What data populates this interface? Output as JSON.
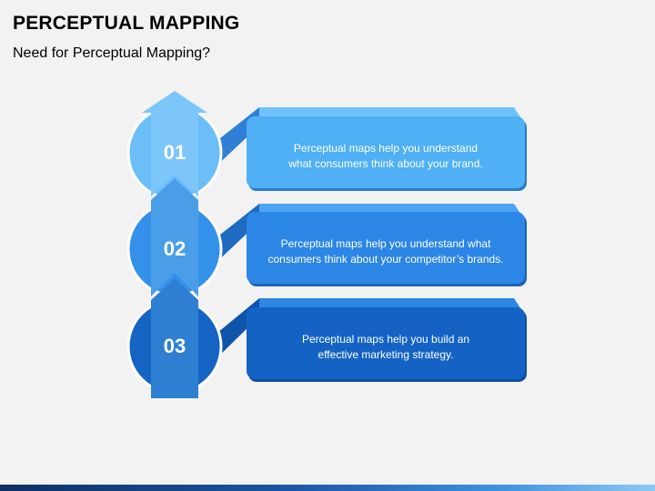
{
  "header": {
    "title": "PERCEPTUAL MAPPING",
    "subtitle": "Need for Perceptual Mapping?"
  },
  "steps": [
    {
      "number": "01",
      "line1": "Perceptual maps help you understand",
      "line2": "what consumers think about your brand."
    },
    {
      "number": "02",
      "line1": "Perceptual maps help you understand what",
      "line2": "consumers think about your competitor’s brands."
    },
    {
      "number": "03",
      "line1": "Perceptual maps help you build an",
      "line2": "effective marketing strategy."
    }
  ],
  "colors": {
    "step1": "#4fb0f5",
    "step2": "#2b86e6",
    "step3": "#1463c4",
    "arrow": "#3c8fe0"
  }
}
